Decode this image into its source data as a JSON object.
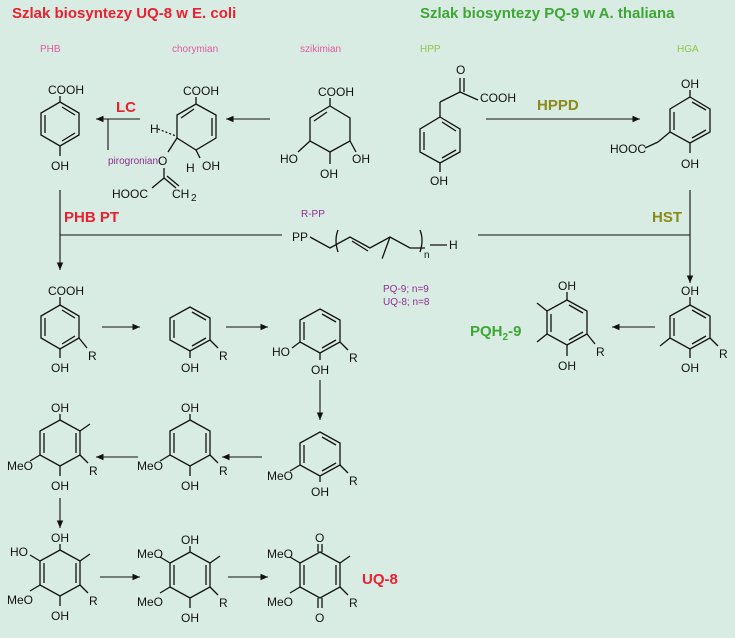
{
  "titles": {
    "left": "Szlak biosyntezy UQ-8 w E. coli",
    "right": "Szlak biosyntezy PQ-9 w A. thaliana"
  },
  "top_labels": {
    "phb": "PHB",
    "chorismate": "chorymian",
    "shikimate": "szikimian",
    "hpp": "HPP",
    "hga": "HGA"
  },
  "enzymes": {
    "lc": "LC",
    "hppd": "HPPD",
    "phb_pt": "PHB PT",
    "hst": "HST"
  },
  "notes": {
    "pyruvate": "pirogronian",
    "rpp": "R-PP",
    "pq9": "PQ-9; n=9",
    "uq8": "UQ-8; n=8"
  },
  "products": {
    "pqh2": "PQH",
    "pqh2_sub": "2",
    "pqh2_suffix": "-9",
    "uq8": "UQ-8"
  },
  "atoms": {
    "cooh": "COOH",
    "hooc": "HOOC",
    "oh": "OH",
    "ho": "HO",
    "meo": "MeO",
    "o": "O",
    "r": "R",
    "h": "H",
    "pp": "PP",
    "n": "n",
    "ch2": "CH",
    "ch2_sub": "2"
  },
  "colors": {
    "background": "#d9ece3",
    "red": "#e8202f",
    "green": "#3fa535",
    "olive": "#8a8a1a",
    "purple": "#8e2f8e",
    "pink": "#e05aa0",
    "light_green": "#8cc84a"
  }
}
